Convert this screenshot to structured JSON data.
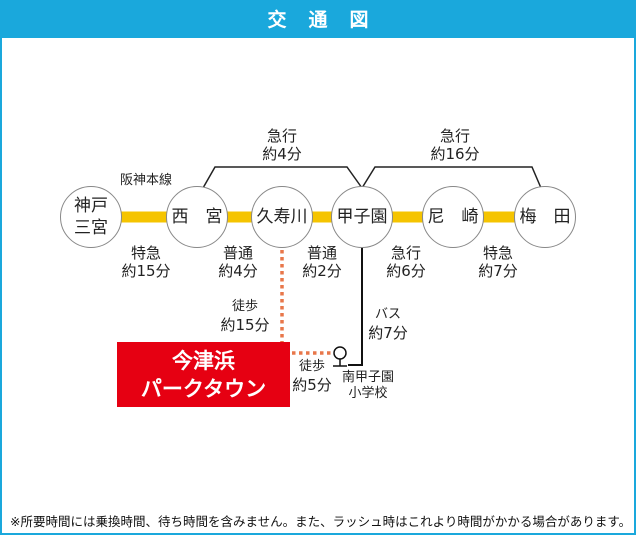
{
  "title": "交通図",
  "line_name": "阪神本線",
  "stations": [
    {
      "id": "kobe-sannomiya",
      "name": "神戸\n三宮"
    },
    {
      "id": "nishinomiya",
      "name": "西　宮"
    },
    {
      "id": "kuzugawa",
      "name": "久寿川"
    },
    {
      "id": "koshien",
      "name": "甲子園"
    },
    {
      "id": "amagasaki",
      "name": "尼　崎"
    },
    {
      "id": "umeda",
      "name": "梅　田"
    }
  ],
  "segments": [
    {
      "type": "特急",
      "time": "約15分"
    },
    {
      "type": "普通",
      "time": "約4分"
    },
    {
      "type": "普通",
      "time": "約2分"
    },
    {
      "type": "急行",
      "time": "約6分"
    },
    {
      "type": "特急",
      "time": "約7分"
    }
  ],
  "express": [
    {
      "type": "急行",
      "time": "約4分"
    },
    {
      "type": "急行",
      "time": "約16分"
    }
  ],
  "walk_station": {
    "mode": "徒歩",
    "time": "約15分"
  },
  "walk_busstop": {
    "mode": "徒歩",
    "time": "約5分"
  },
  "bus": {
    "mode": "バス",
    "time": "約7分"
  },
  "bus_stop": {
    "line1": "南甲子園",
    "line2": "小学校"
  },
  "destination": {
    "line1": "今津浜",
    "line2": "パークタウン"
  },
  "footnote": "※所要時間には乗換時間、待ち時間を含みません。また、ラッシュ時はこれより時間がかかる場合があります。",
  "colors": {
    "header": "#1aa8dc",
    "rail": "#f5c400",
    "destination": "#e60012",
    "walk": "#e8774a"
  }
}
